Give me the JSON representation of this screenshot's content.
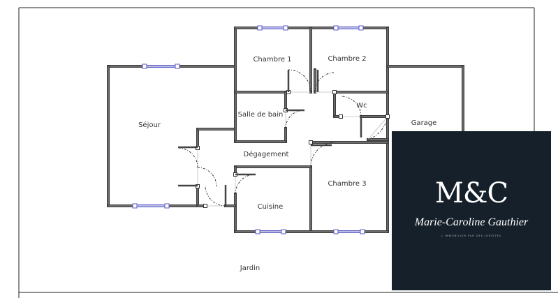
{
  "rooms": {
    "chambre1": "Chambre 1",
    "chambre2": "Chambre 2",
    "salle_de_bain": "Salle de bain",
    "sejour": "Séjour",
    "wc": "Wc",
    "degagement": "Dégagement",
    "chambre3": "Chambre 3",
    "cuisine": "Cuisine",
    "garage": "Garage",
    "jardin": "Jardin"
  },
  "logo": {
    "monogram": "M&C",
    "name": "Marie-Caroline Gauthier",
    "tagline": "L'IMMOBILIER PAR DES JURISTES",
    "background_color": "#16202a"
  },
  "colors": {
    "wall": "#3c3c3c",
    "window": "#5a5ac8"
  }
}
